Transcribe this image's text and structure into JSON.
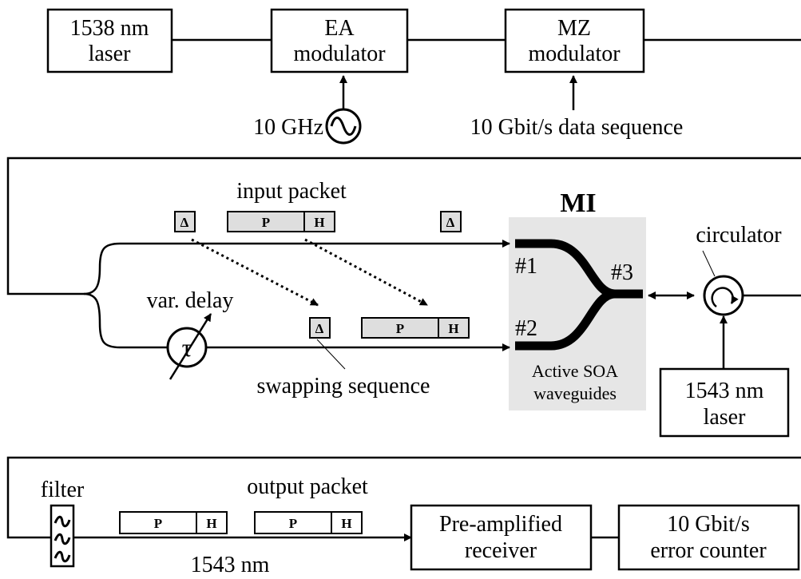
{
  "top": {
    "laser_line1": "1538 nm",
    "laser_line2": "laser",
    "ea_line1": "EA",
    "ea_line2": "modulator",
    "mz_line1": "MZ",
    "mz_line2": "modulator",
    "clock_label": "10 GHz",
    "data_label": "10 Gbit/s data sequence"
  },
  "middle": {
    "input_packet_label": "input packet",
    "delta_symbol": "Δ",
    "payload_symbol": "P",
    "header_symbol": "H",
    "mi_title": "MI",
    "port1": "#1",
    "port2": "#2",
    "port3": "#3",
    "circulator_label": "circulator",
    "var_delay_label": "var. delay",
    "tau_symbol": "τ",
    "swapping_label": "swapping sequence",
    "soa_line1": "Active SOA",
    "soa_line2": "waveguides",
    "laser2_line1": "1543 nm",
    "laser2_line2": "laser"
  },
  "bottom": {
    "filter_label": "filter",
    "output_packet_label": "output packet",
    "wavelength_label": "1543 nm",
    "receiver_line1": "Pre-amplified",
    "receiver_line2": "receiver",
    "counter_line1": "10 Gbit/s",
    "counter_line2": "error counter"
  }
}
